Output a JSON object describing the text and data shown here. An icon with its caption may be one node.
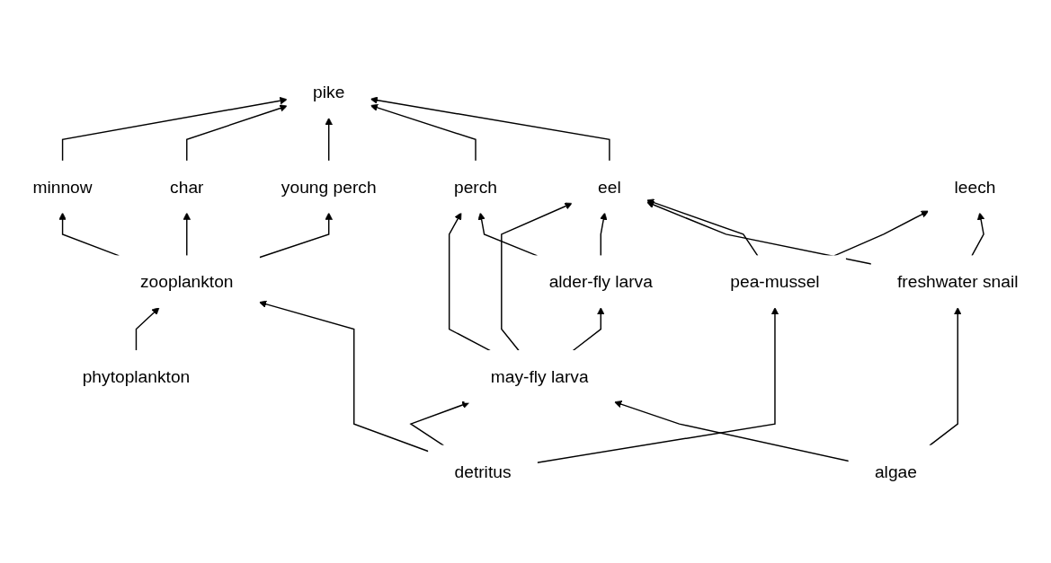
{
  "diagram": {
    "nodes": [
      {
        "text": [
          "pike"
        ]
      },
      {
        "text": [
          "eel"
        ]
      },
      {
        "text": [
          "perch"
        ]
      },
      {
        "text": [
          "young perch"
        ]
      },
      {
        "text": [
          "char"
        ]
      },
      {
        "text": [
          "minnow"
        ]
      },
      {
        "text": [
          "leech"
        ]
      },
      {
        "text": [
          "alder-fly larva"
        ]
      },
      {
        "text": [
          "zooplankton"
        ]
      },
      {
        "text": [
          "freshwater snail"
        ]
      },
      {
        "text": [
          "may-fly larva"
        ]
      },
      {
        "text": [
          "algae"
        ]
      },
      {
        "text": [
          "phytoplankton"
        ]
      },
      {
        "text": [
          "pea-mussel"
        ]
      },
      {
        "text": [
          "detritus"
        ]
      }
    ],
    "edges": [
      {
        "from": 1,
        "to": 0,
        "arrow": "to"
      },
      {
        "from": 2,
        "to": 0,
        "arrow": "to"
      },
      {
        "from": 3,
        "to": 0,
        "arrow": "to"
      },
      {
        "from": 4,
        "to": 0,
        "arrow": "to"
      },
      {
        "from": 5,
        "to": 0,
        "arrow": "to"
      },
      {
        "from": 13,
        "to": 1,
        "arrow": "to"
      },
      {
        "from": 9,
        "to": 1,
        "arrow": "to"
      },
      {
        "from": 7,
        "to": 1,
        "arrow": "to"
      },
      {
        "from": 10,
        "to": 1,
        "arrow": "to"
      },
      {
        "from": 7,
        "to": 2,
        "arrow": "to"
      },
      {
        "from": 10,
        "to": 2,
        "arrow": "to"
      },
      {
        "from": 9,
        "to": 6,
        "arrow": "to"
      },
      {
        "from": 13,
        "to": 6,
        "arrow": "to"
      },
      {
        "from": 10,
        "to": 7,
        "arrow": "to"
      },
      {
        "from": 8,
        "to": 3,
        "arrow": "to"
      },
      {
        "from": 8,
        "to": 4,
        "arrow": "to"
      },
      {
        "from": 8,
        "to": 5,
        "arrow": "to"
      },
      {
        "from": 11,
        "to": 9,
        "arrow": "to"
      },
      {
        "from": 11,
        "to": 10,
        "arrow": "to"
      },
      {
        "from": 14,
        "to": 13,
        "arrow": "to"
      },
      {
        "from": 14,
        "to": 10,
        "arrow": "to"
      },
      {
        "from": 14,
        "to": 8,
        "arrow": "to"
      },
      {
        "from": 12,
        "to": 8,
        "arrow": "to"
      }
    ]
  }
}
